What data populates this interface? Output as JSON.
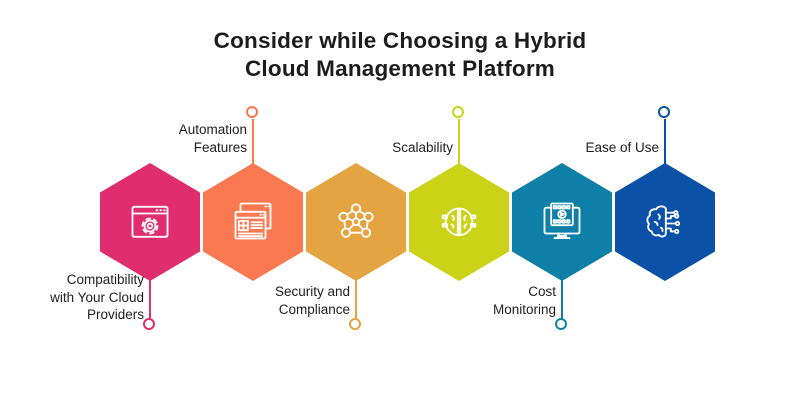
{
  "background": "#ffffff",
  "title": {
    "text": "Consider while Choosing a Hybrid\nCloud Management Platform"
  },
  "items": [
    {
      "label": "Compatibility\nwith Your Cloud\nProviders",
      "color": "#E02D6D",
      "icon": "settings-window-icon",
      "label_position": "below"
    },
    {
      "label": "Automation\nFeatures",
      "color": "#FA7950",
      "icon": "layered-windows-icon",
      "label_position": "above"
    },
    {
      "label": "Security and\nCompliance",
      "color": "#E3A441",
      "icon": "network-nodes-icon",
      "label_position": "below"
    },
    {
      "label": "Scalability",
      "color": "#CBD318",
      "icon": "brain-chip-icon",
      "label_position": "above"
    },
    {
      "label": "Cost\nMonitoring",
      "color": "#0E80A7",
      "icon": "monitor-dashboard-icon",
      "label_position": "below"
    },
    {
      "label": "Ease of Use",
      "color": "#0B51A7",
      "icon": "ai-brain-icon",
      "label_position": "above"
    }
  ]
}
